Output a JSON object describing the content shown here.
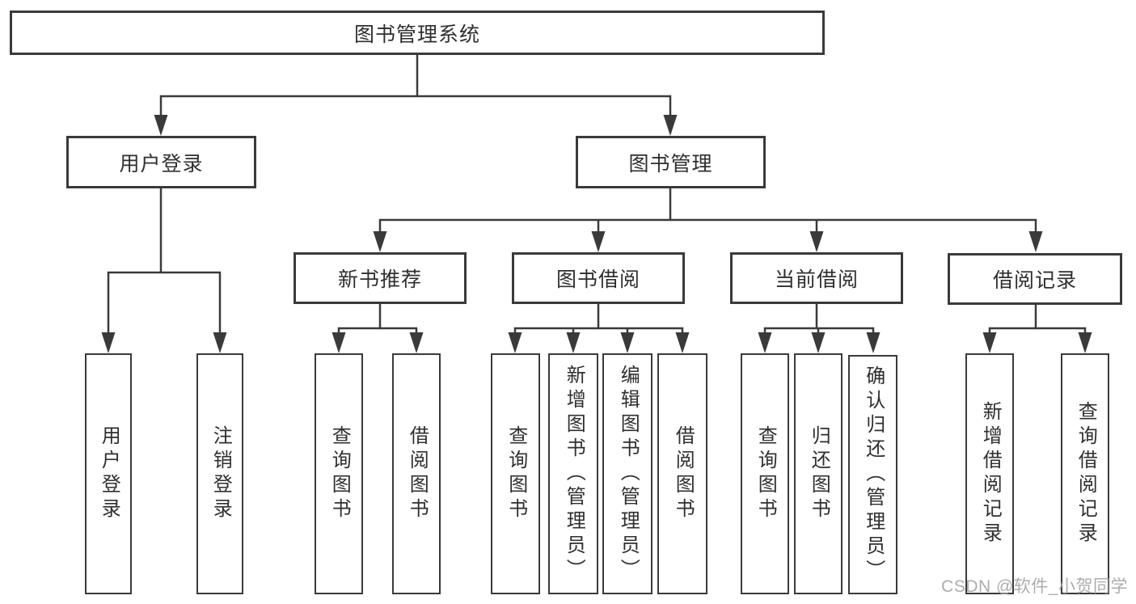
{
  "colors": {
    "background": "#ffffff",
    "line": "#3a3a3a",
    "box_border": "#3a3a3a",
    "text": "#2f2f2f",
    "watermark": "#a6a6a6"
  },
  "watermark": "CSDN @软件_小贺同学",
  "nodes": {
    "root": "图书管理系统",
    "user_login": "用户登录",
    "book_mgmt": "图书管理",
    "new_books": "新书推荐",
    "book_borrow": "图书借阅",
    "current_borrow": "当前借阅",
    "borrow_records": "借阅记录",
    "ul_user_login": "用户登录",
    "ul_logout": "注销登录",
    "nb_query_books": "查询图书",
    "nb_borrow_books": "借阅图书",
    "bb_query_books": "查询图书",
    "bb_add_books": "新增图书（管理员）",
    "bb_edit_books": "编辑图书（管理员）",
    "bb_borrow_books": "借阅图书",
    "cb_query_books": "查询图书",
    "cb_return_books": "归还图书",
    "cb_confirm_return": "确认归还（管理员）",
    "br_add_record": "新增借阅记录",
    "br_query_record": "查询借阅记录"
  }
}
